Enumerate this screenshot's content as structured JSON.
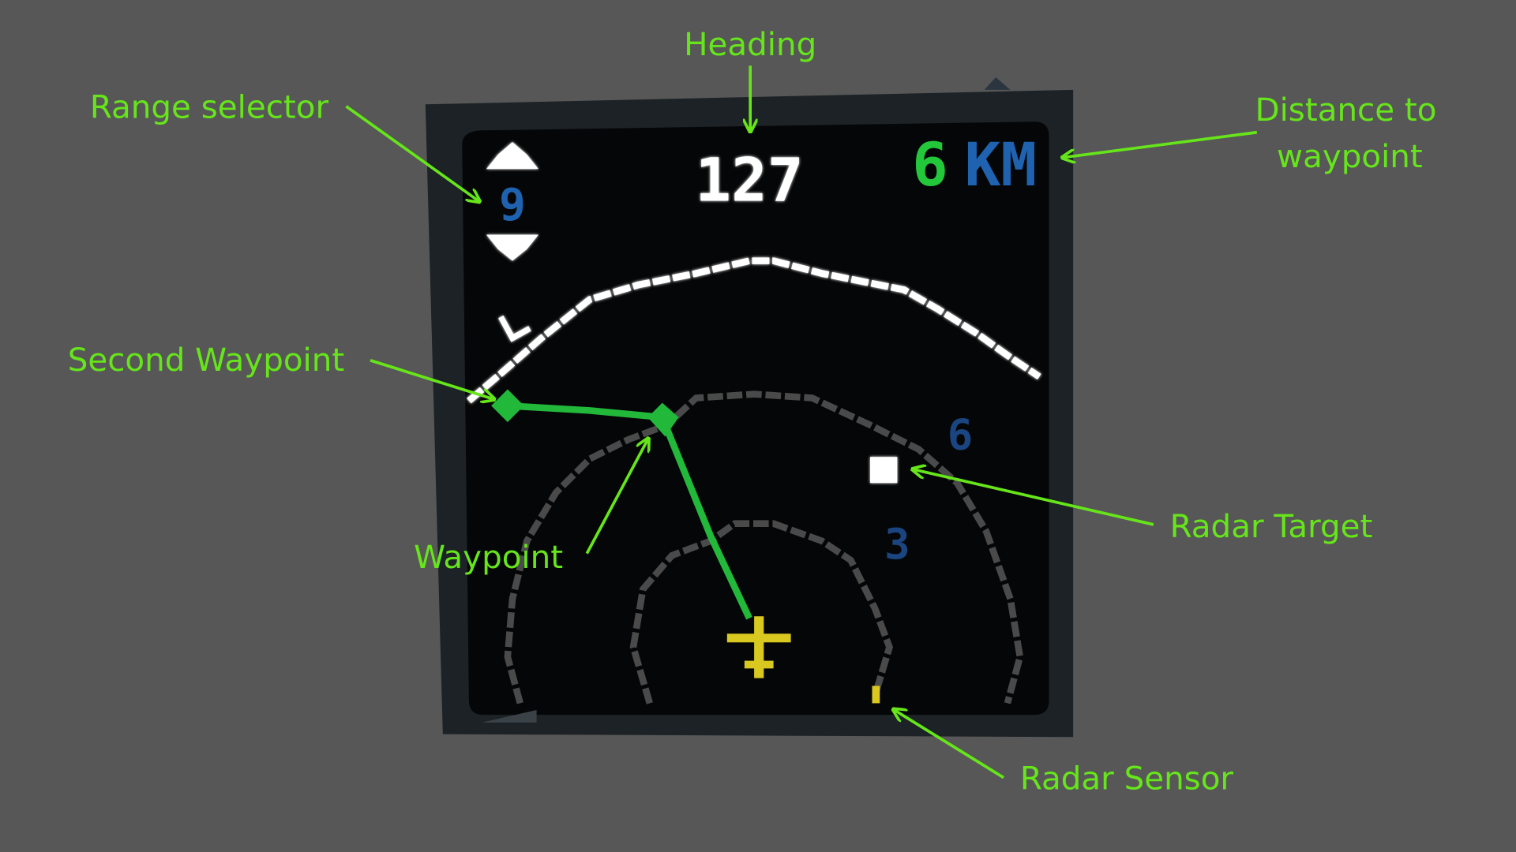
{
  "colors": {
    "background": "#575757",
    "annotation": "#66e61a",
    "bezel": "#1c2226",
    "screen": "#050607",
    "waypoint_path": "#22b83a",
    "range_rings": "#4a4a4a",
    "ring_labels": "#1a4580",
    "units_blue": "#1e62b0",
    "aircraft": "#d8c820",
    "white": "#ffffff"
  },
  "display": {
    "heading": "127",
    "distance_value": "6",
    "distance_unit": "KM",
    "range_value": "9",
    "ring_labels": [
      "6",
      "3"
    ]
  },
  "annotations": {
    "heading": "Heading",
    "range_selector": "Range selector",
    "distance_line1": "Distance to",
    "distance_line2": "waypoint",
    "second_waypoint": "Second Waypoint",
    "waypoint": "Waypoint",
    "radar_target": "Radar Target",
    "radar_sensor": "Radar Sensor"
  }
}
